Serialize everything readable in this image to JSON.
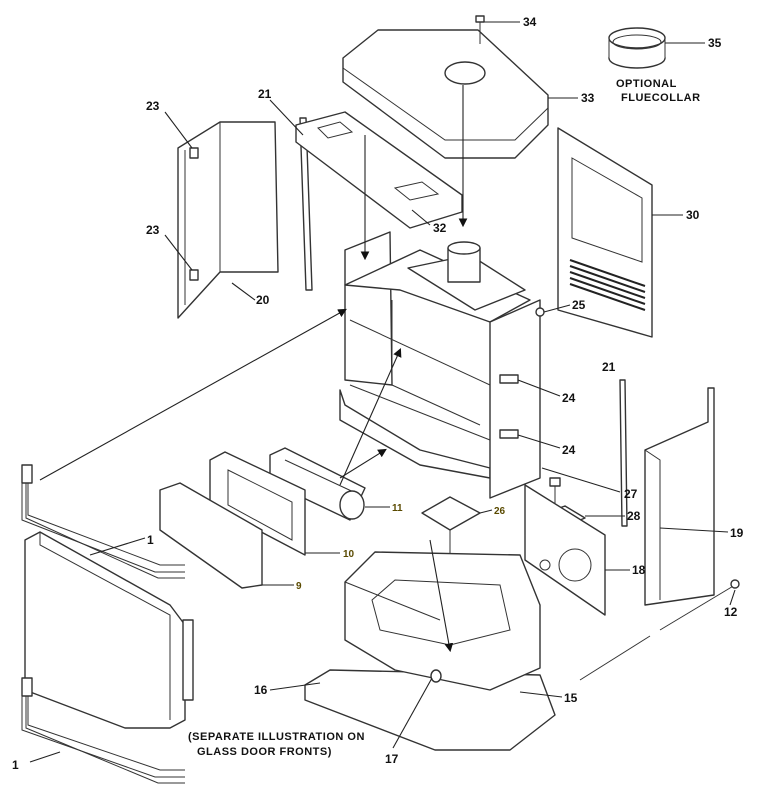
{
  "diagram": {
    "labels": {
      "p34": "34",
      "p35": "35",
      "p33": "33",
      "p21a": "21",
      "p23a": "23",
      "p23b": "23",
      "p20": "20",
      "p32": "32",
      "p30": "30",
      "p25": "25",
      "p24a": "24",
      "p24b": "24",
      "p21b": "21",
      "p27": "27",
      "p28": "28",
      "p19": "19",
      "p11": "11",
      "p10": "10",
      "p9": "9",
      "p26": "26",
      "p1a": "1",
      "p1b": "1",
      "p18": "18",
      "p12": "12",
      "p16": "16",
      "p15": "15",
      "p17": "17"
    },
    "notes": {
      "optional": "OPTIONAL",
      "fluecollar": "FLUECOLLAR",
      "separate_line1": "(SEPARATE ILLUSTRATION ON",
      "separate_line2": "GLASS DOOR FRONTS)"
    }
  }
}
